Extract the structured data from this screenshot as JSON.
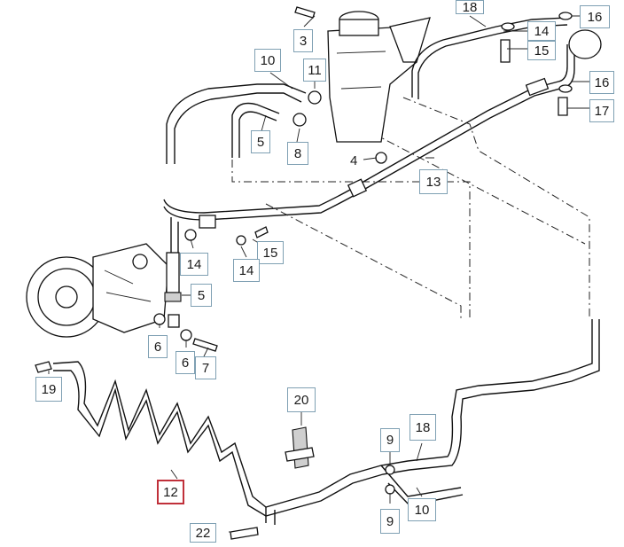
{
  "callouts": [
    {
      "id": "c3",
      "text": "3"
    },
    {
      "id": "c18a",
      "text": "18"
    },
    {
      "id": "c14a",
      "text": "14"
    },
    {
      "id": "c16a",
      "text": "16"
    },
    {
      "id": "c15a",
      "text": "15"
    },
    {
      "id": "c10a",
      "text": "10"
    },
    {
      "id": "c11",
      "text": "11"
    },
    {
      "id": "c16b",
      "text": "16"
    },
    {
      "id": "c17",
      "text": "17"
    },
    {
      "id": "c5a",
      "text": "5"
    },
    {
      "id": "c8",
      "text": "8"
    },
    {
      "id": "c13",
      "text": "13"
    },
    {
      "id": "c15b",
      "text": "15"
    },
    {
      "id": "c14b",
      "text": "14"
    },
    {
      "id": "c14c",
      "text": "14"
    },
    {
      "id": "c5b",
      "text": "5"
    },
    {
      "id": "c6a",
      "text": "6"
    },
    {
      "id": "c6b",
      "text": "6"
    },
    {
      "id": "c7",
      "text": "7"
    },
    {
      "id": "c19",
      "text": "19"
    },
    {
      "id": "c20",
      "text": "20"
    },
    {
      "id": "c9a",
      "text": "9"
    },
    {
      "id": "c18b",
      "text": "18"
    },
    {
      "id": "c12",
      "text": "12"
    },
    {
      "id": "c10b",
      "text": "10"
    },
    {
      "id": "c9b",
      "text": "9"
    },
    {
      "id": "c22",
      "text": "22"
    }
  ],
  "plain_labels": [
    {
      "id": "p4",
      "text": "4"
    }
  ],
  "selected_callout": "12",
  "colors": {
    "callout_border": "#7fa0b3",
    "selected_border": "#c0303a",
    "line": "#111111"
  }
}
